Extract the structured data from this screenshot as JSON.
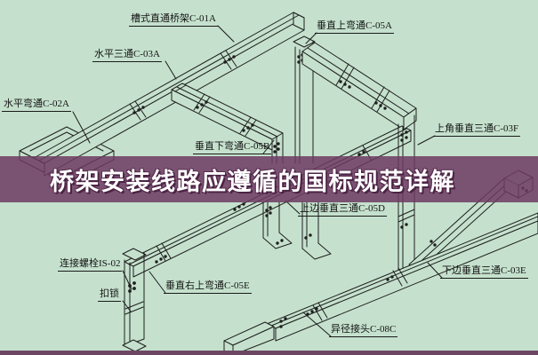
{
  "page": {
    "background_color": "#c5e1cd",
    "line_color": "#1f1f1f",
    "banner_color": "#6d3a61",
    "bottom_strip_color": "#6d4663",
    "title_color": "#ffffff"
  },
  "banner": {
    "title": "桥架安装线路应遵循的国标规范详解"
  },
  "diagram": {
    "description": "isometric cable tray installation diagram",
    "labels": [
      {
        "id": "c01a",
        "text": "槽式直通桥架C-01A"
      },
      {
        "id": "c03a",
        "text": "水平三通C-03A"
      },
      {
        "id": "c02a",
        "text": "水平弯通C-02A"
      },
      {
        "id": "c05a",
        "text": "垂直上弯通C-05A"
      },
      {
        "id": "c03f",
        "text": "上角垂直三通C-03F"
      },
      {
        "id": "c05b",
        "text": "垂直下弯通C-05B"
      },
      {
        "id": "c05d",
        "text": "上边垂直三通C-05D"
      },
      {
        "id": "c03e",
        "text": "下边垂直三通C-03E"
      },
      {
        "id": "c08c",
        "text": "异径接头C-08C"
      },
      {
        "id": "is02",
        "text": "连接螺栓IS-02"
      },
      {
        "id": "kousuo",
        "text": "扣锁"
      },
      {
        "id": "c05e",
        "text": "垂直右上弯通C-05E"
      }
    ]
  }
}
